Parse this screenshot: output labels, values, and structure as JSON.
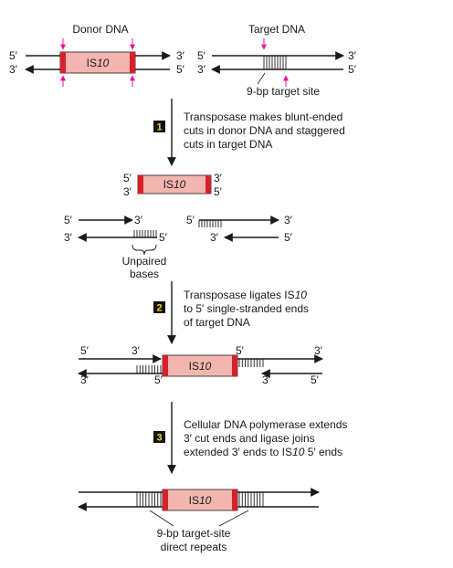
{
  "colors": {
    "is_fill": "#f2b6ae",
    "is_end": "#d8202a",
    "cut_marker": "#e8159a",
    "step_box": "#111111",
    "step_num": "#f2d51e",
    "line": "#1a1a1a"
  },
  "labels": {
    "donor_dna": "Donor DNA",
    "target_dna": "Target DNA",
    "is10_prefix": "IS",
    "is10_num": "10",
    "five_prime": "5′",
    "three_prime": "3′",
    "target_site": "9-bp target site",
    "unpaired_1": "Unpaired",
    "unpaired_2": "bases",
    "direct_repeats_1": "9-bp target-site",
    "direct_repeats_2": "direct repeats"
  },
  "steps": [
    {
      "number": "1",
      "lines": [
        "Transposase makes blunt-ended",
        "cuts in donor DNA and staggered",
        "cuts in target DNA"
      ]
    },
    {
      "number": "2",
      "line1_prefix": "Transposase ligates IS",
      "line1_num": "10",
      "lines_rest": [
        "to 5′ single-stranded ends",
        "of target DNA"
      ]
    },
    {
      "number": "3",
      "lines": [
        "Cellular DNA polymerase extends",
        "3′ cut ends and ligase joins"
      ],
      "line3_prefix": "extended 3′ ends to IS",
      "line3_num": "10",
      "line3_suffix": " 5′ ends"
    }
  ]
}
